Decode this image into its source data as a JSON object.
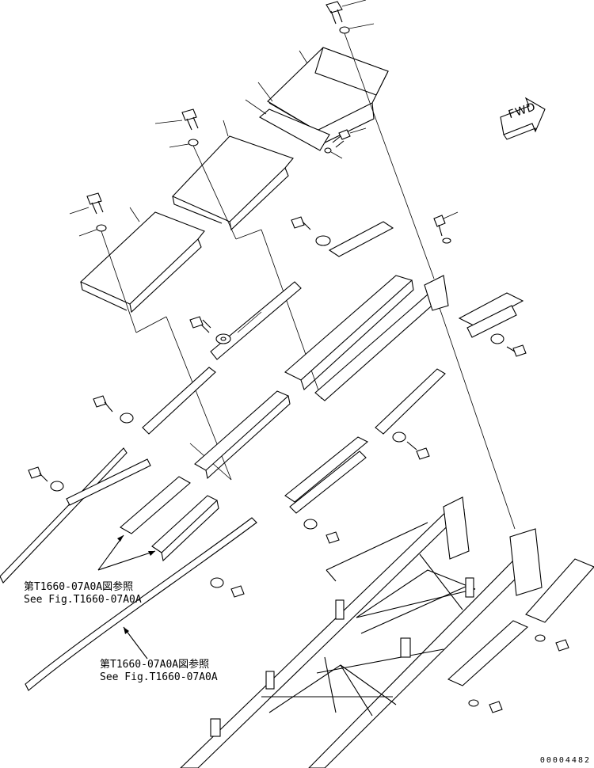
{
  "fwd_label": "FWD",
  "reference_labels": [
    {
      "jp": "第T1660-07A0A図参照",
      "en": "See Fig.T1660-07A0A"
    },
    {
      "jp": "第T1660-07A0A図参照",
      "en": "See Fig.T1660-07A0A"
    }
  ],
  "document_number": "00004482"
}
